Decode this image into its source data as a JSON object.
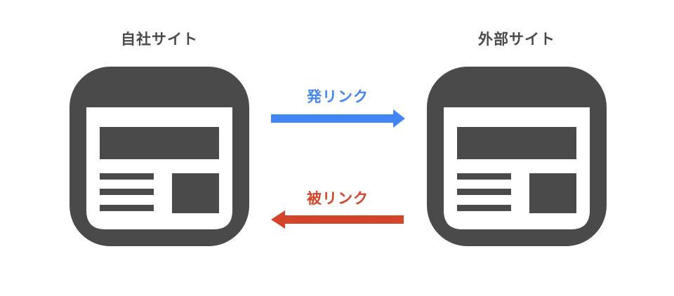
{
  "nodes": {
    "own_site": {
      "label": "自社サイト"
    },
    "external_site": {
      "label": "外部サイト"
    }
  },
  "edges": {
    "outbound": {
      "label": "発リンク",
      "color": "#4285f4",
      "direction": "own-to-external"
    },
    "inbound": {
      "label": "被リンク",
      "color": "#d4442a",
      "direction": "external-to-own"
    }
  },
  "colors": {
    "icon": "#4a4a4a",
    "icon_inner": "#ffffff"
  }
}
